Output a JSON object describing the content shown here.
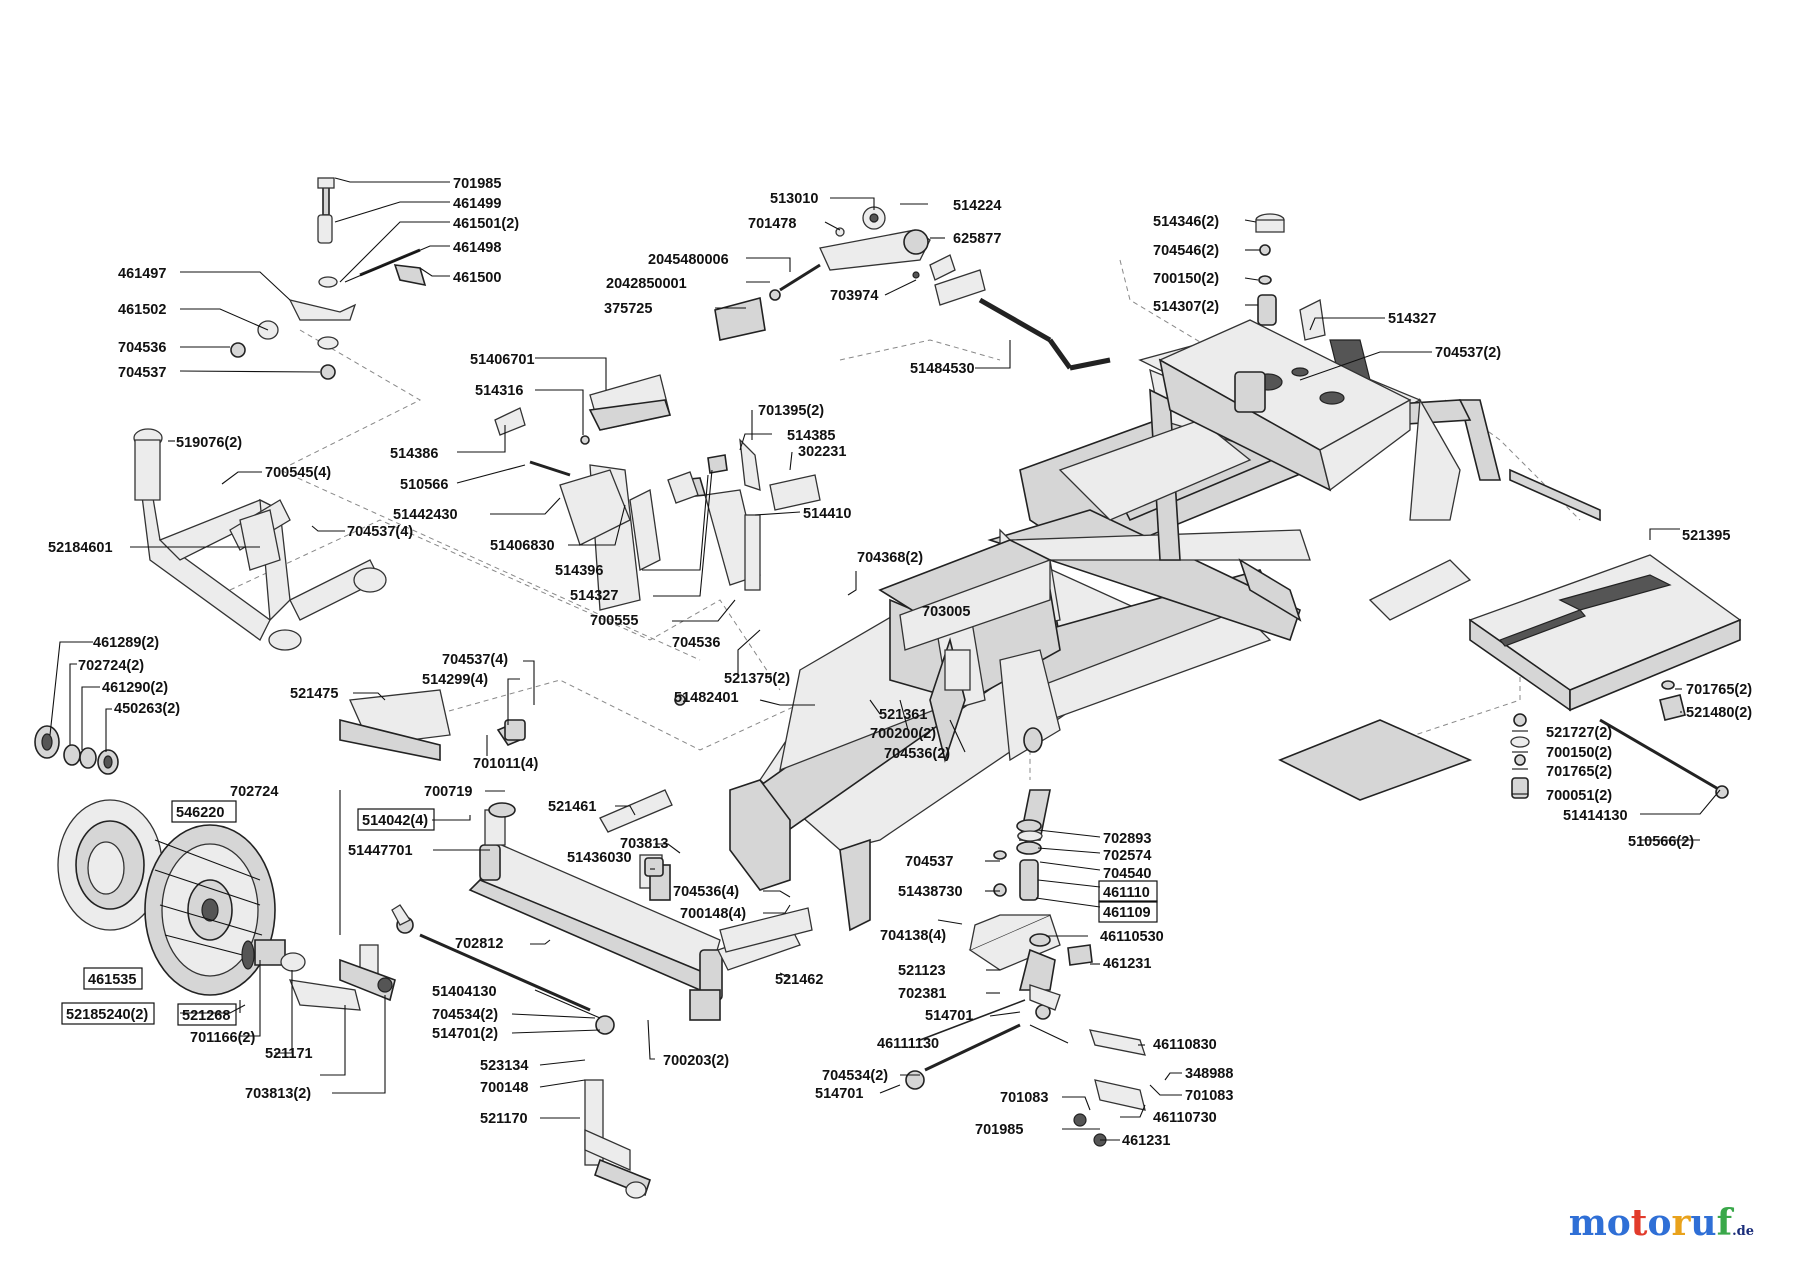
{
  "logo": {
    "text": "motoruf",
    "tld": ".de",
    "colors": [
      "#2f6fd6",
      "#2f6fd6",
      "#e23b2b",
      "#2f6fd6",
      "#e9a21b",
      "#2f6fd6",
      "#3aa84a"
    ]
  },
  "labels": {
    "l701985a": "701985",
    "l461499": "461499",
    "l461501": "461501(2)",
    "l461498": "461498",
    "l461497": "461497",
    "l461500": "461500",
    "l461502": "461502",
    "l704536a": "704536",
    "l704537a": "704537",
    "l513010": "513010",
    "l701478": "701478",
    "l514224": "514224",
    "l625877": "625877",
    "l2045480006": "2045480006",
    "l2042850001": "2042850001",
    "l375725": "375725",
    "l703974": "703974",
    "l51484530": "51484530",
    "l514346": "514346(2)",
    "l704546": "704546(2)",
    "l700150a": "700150(2)",
    "l514307": "514307(2)",
    "l514327a": "514327",
    "l704537b": "704537(2)",
    "l51406701": "51406701",
    "l514316": "514316",
    "l701395": "701395(2)",
    "l514385": "514385",
    "l302231": "302231",
    "l514386": "514386",
    "l510566a": "510566",
    "l51442430": "51442430",
    "l51406830": "51406830",
    "l514410": "514410",
    "l519076": "519076(2)",
    "l700545": "700545(4)",
    "l704537c": "704537(4)",
    "l52184601": "52184601",
    "l514396": "514396",
    "l514327b": "514327",
    "l700555": "700555",
    "l704536b": "704536",
    "l704368": "704368(2)",
    "l703005": "703005",
    "l521395": "521395",
    "l461289": "461289(2)",
    "l702724a": "702724(2)",
    "l461290": "461290(2)",
    "l450263": "450263(2)",
    "l704537d": "704537(4)",
    "l514299": "514299(4)",
    "l521475": "521475",
    "l521375": "521375(2)",
    "l51482401": "51482401",
    "l521361": "521361",
    "l700200": "700200(2)",
    "l704536c": "704536(2)",
    "l701011": "701011(4)",
    "l701765a": "701765(2)",
    "l521480": "521480(2)",
    "l521727": "521727(2)",
    "l700150b": "700150(2)",
    "l701765b": "701765(2)",
    "l700051": "700051(2)",
    "l51414130": "51414130",
    "l510566b": "510566(2)",
    "l702724b": "702724",
    "l700719": "700719",
    "l546220": "546220",
    "l514042": "514042(4)",
    "l521461": "521461",
    "l51447701": "51447701",
    "l703813a": "703813",
    "l51436030": "51436030",
    "l704537e": "704537",
    "l702893": "702893",
    "l702574": "702574",
    "l704540": "704540",
    "l51438730": "51438730",
    "l461110": "461110",
    "l461109": "461109",
    "l704536d": "704536(4)",
    "l700148a": "700148(4)",
    "l704138": "704138(4)",
    "l46110530": "46110530",
    "l461231a": "461231",
    "l702812": "702812",
    "l521123": "521123",
    "l461535": "461535",
    "l521462": "521462",
    "l702381": "702381",
    "l52185240": "52185240(2)",
    "l521268": "521268",
    "l51404130": "51404130",
    "l514701a": "514701",
    "l701166": "701166(2)",
    "l704534a": "704534(2)",
    "l514701b": "514701(2)",
    "l46111130": "46111130",
    "l46110830": "46110830",
    "l521171": "521171",
    "l523134": "523134",
    "l700203": "700203(2)",
    "l704534b": "704534(2)",
    "l348988": "348988",
    "l703813b": "703813(2)",
    "l700148b": "700148",
    "l514701c": "514701",
    "l701083a": "701083",
    "l701083b": "701083",
    "l46110730": "46110730",
    "l521170": "521170",
    "l701985b": "701985",
    "l461231b": "461231"
  }
}
